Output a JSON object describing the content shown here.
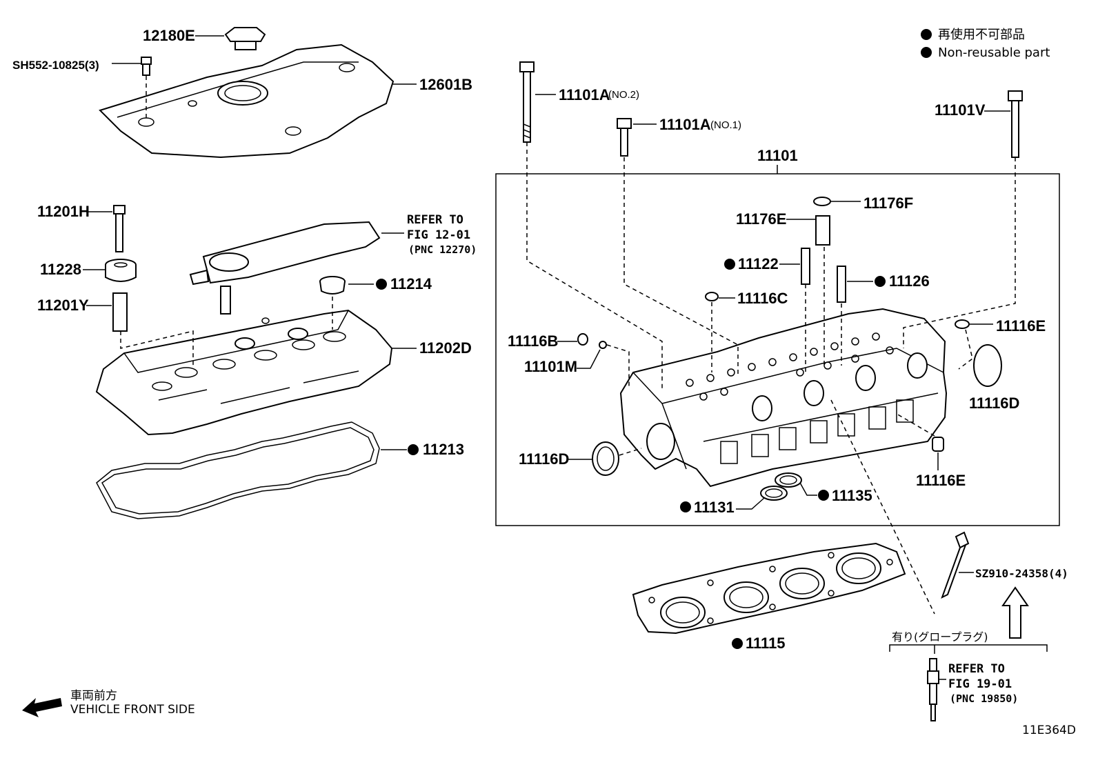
{
  "legend": {
    "jp": "再使用不可部品",
    "en": "Non-reusable part"
  },
  "direction": {
    "jp": "車両前方",
    "en": "VEHICLE FRONT SIDE"
  },
  "figure_id": "11E364D",
  "assembly": "11101",
  "labels": {
    "p12180E": "12180E",
    "pSH552": "SH552-10825(3)",
    "p12601B": "12601B",
    "p11201H": "11201H",
    "p11228": "11228",
    "p11201Y": "11201Y",
    "p11214": "11214",
    "p11202D": "11202D",
    "p11213": "11213",
    "p11101A2_num": "11101A",
    "p11101A2_note": "(NO.2)",
    "p11101A1_num": "11101A",
    "p11101A1_note": "(NO.1)",
    "p11101V": "11101V",
    "p11176F": "11176F",
    "p11176E": "11176E",
    "p11122": "11122",
    "p11126": "11126",
    "p11116C": "11116C",
    "p11116B": "11116B",
    "p11101M": "11101M",
    "p11116E_a": "11116E",
    "p11116D_a": "11116D",
    "p11116D_b": "11116D",
    "p11116E_b": "11116E",
    "p11131": "11131",
    "p11135": "11135",
    "p11115": "11115",
    "pSZ910": "SZ910-24358(4)"
  },
  "refer1": {
    "line1": "REFER TO",
    "line2": "FIG 12-01",
    "line3": "(PNC 12270)"
  },
  "refer2": {
    "line1": "REFER TO",
    "line2": "FIG 19-01",
    "line3": "(PNC 19850)"
  },
  "glow_note": "有り(グロープラグ)",
  "colors": {
    "line": "#000000",
    "background": "#ffffff"
  }
}
